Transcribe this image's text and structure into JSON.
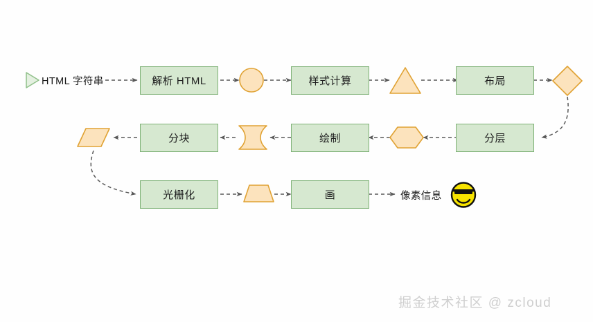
{
  "diagram": {
    "title": "Browser rendering pipeline flowchart",
    "background": "#fefefe",
    "colors": {
      "box_fill": "#d6e8d0",
      "box_stroke": "#7cb074",
      "shape_fill": "#fce3bd",
      "shape_stroke": "#e0a233",
      "arrow": "#595959",
      "text": "#1f1f1f",
      "watermark": "#cfcfcf"
    },
    "row1": {
      "start_marker": "play-triangle-icon",
      "start_label": "HTML  字符串",
      "box1": "解析 HTML",
      "shape_circle": "circle",
      "box2": "样式计算",
      "shape_triangle": "triangle",
      "box3": "布局",
      "shape_diamond": "diamond"
    },
    "row2": {
      "shape_parallelogram": "parallelogram",
      "box1": "分块",
      "shape_stored_data": "stored-data",
      "box2": "绘制",
      "shape_hexagon": "hexagon",
      "box3": "分层"
    },
    "row3": {
      "box1": "光栅化",
      "shape_trapezoid": "trapezoid",
      "box2": "画",
      "end_label": "像素信息",
      "end_emoji": "sunglasses-smiley-emoji"
    },
    "watermark": "掘金技术社区 @ zcloud"
  }
}
